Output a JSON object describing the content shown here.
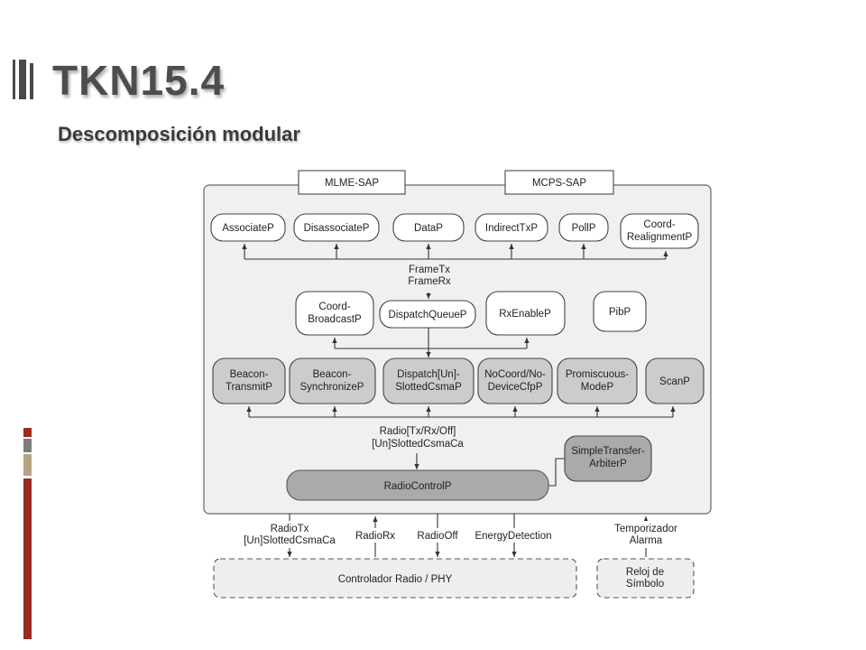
{
  "slide": {
    "title": "TKN15.4",
    "subtitle": "Descomposición modular"
  },
  "diagram": {
    "sap_boxes": {
      "mlme": "MLME-SAP",
      "mcps": "MCPS-SAP"
    },
    "top_row": {
      "associate": [
        "AssociateP"
      ],
      "disassociate": [
        "DisassociateP"
      ],
      "data": [
        "DataP"
      ],
      "indirect_tx": [
        "IndirectTxP"
      ],
      "poll": [
        "PollP"
      ],
      "coord_realignment": [
        "Coord-",
        "RealignmentP"
      ]
    },
    "frame_label": [
      "FrameTx",
      "FrameRx"
    ],
    "middle_row": {
      "coord_broadcast": [
        "Coord-",
        "BroadcastP"
      ],
      "dispatch_queue": [
        "DispatchQueueP"
      ],
      "rx_enable": [
        "RxEnableP"
      ],
      "pib": [
        "PibP"
      ]
    },
    "csma_row": {
      "beacon_transmit": [
        "Beacon-",
        "TransmitP"
      ],
      "beacon_synchronize": [
        "Beacon-",
        "SynchronizeP"
      ],
      "dispatch_csma": [
        "Dispatch[Un]-",
        "SlottedCsmaP"
      ],
      "nocoord": [
        "NoCoord/No-",
        "DeviceCfpP"
      ],
      "promiscuous": [
        "Promiscuous-",
        "ModeP"
      ],
      "scan": [
        "ScanP"
      ]
    },
    "radio_label": [
      "Radio[Tx/Rx/Off]",
      "[Un]SlottedCsmaCa"
    ],
    "arbiter": [
      "SimpleTransfer-",
      "ArbiterP"
    ],
    "radio_control": "RadioControlP",
    "bottom_labels": {
      "radio_tx": [
        "RadioTx",
        "[Un]SlottedCsmaCa"
      ],
      "radio_rx": [
        "RadioRx"
      ],
      "radio_off": [
        "RadioOff"
      ],
      "energy": [
        "EnergyDetection"
      ],
      "timer": [
        "Temporizador",
        "Alarma"
      ]
    },
    "phy_box": "Controlador Radio / PHY",
    "clock_box": [
      "Reloj de",
      "Símbolo"
    ]
  },
  "colors": {
    "title": "#4d4d4d",
    "bar_red": "#9b2a22",
    "bar_gray": "#7d7d7d",
    "bar_tan": "#b5a584",
    "panel": "#f0f0f0",
    "gray_box": "#cccccc",
    "line": "#333333"
  }
}
